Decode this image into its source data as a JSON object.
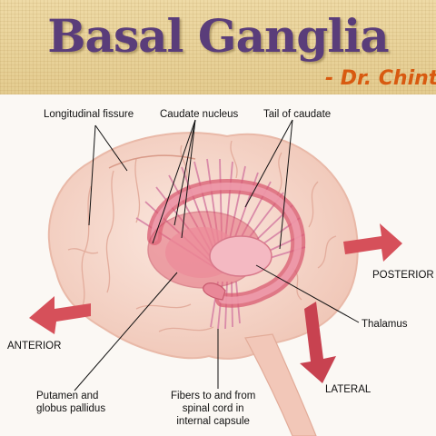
{
  "header": {
    "title": "Basal Ganglia",
    "author": "- Dr. Chint"
  },
  "labels": {
    "longitudinal_fissure": "Longitudinal fissure",
    "caudate_nucleus": "Caudate nucleus",
    "tail_of_caudate": "Tail of caudate",
    "posterior": "POSTERIOR",
    "thalamus": "Thalamus",
    "anterior": "ANTERIOR",
    "lateral": "LATERAL",
    "putamen": "Putamen and\nglobus pallidus",
    "fibers": "Fibers to and from\nspinal cord in\ninternal capsule"
  },
  "colors": {
    "title": "#5a3d7a",
    "author": "#d85a10",
    "brain": "#f6d9cc",
    "ganglia": "#e46a7c",
    "arrow": "#d6505a"
  }
}
